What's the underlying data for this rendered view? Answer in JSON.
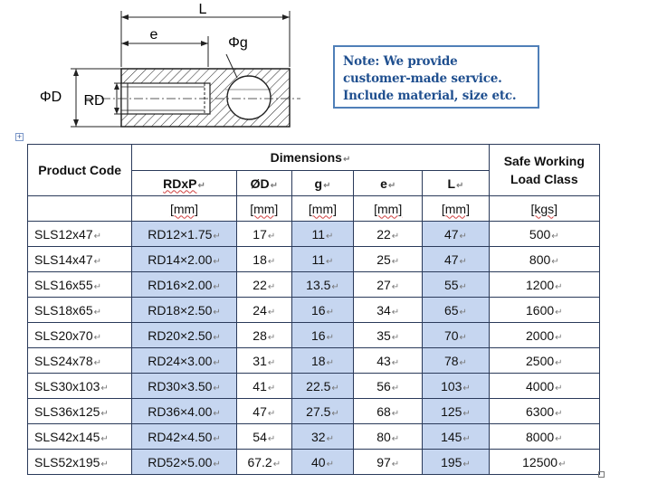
{
  "drawing": {
    "labels": {
      "L": "L",
      "e": "e",
      "phi_g": "Φg",
      "phi_D": "ΦD",
      "RD": "RD"
    }
  },
  "note": {
    "lines": [
      "Note: We provide",
      "customer-made service.",
      "Include material, size etc."
    ],
    "color": "#1f4f8f"
  },
  "table": {
    "header": {
      "product_code": "Product Code",
      "dimensions": "Dimensions",
      "safe_working": "Safe Working Load Class",
      "cols": [
        "RDxP",
        "ØD",
        "g",
        "e",
        "L"
      ],
      "units": [
        "[mm]",
        "[mm]",
        "[mm]",
        "[mm]",
        "[mm]",
        "[kgs]"
      ]
    },
    "rows": [
      [
        "SLS12x47",
        "RD12×1.75",
        "17",
        "11",
        "22",
        "47",
        "500"
      ],
      [
        "SLS14x47",
        "RD14×2.00",
        "18",
        "11",
        "25",
        "47",
        "800"
      ],
      [
        "SLS16x55",
        "RD16×2.00",
        "22",
        "13.5",
        "27",
        "55",
        "1200"
      ],
      [
        "SLS18x65",
        "RD18×2.50",
        "24",
        "16",
        "34",
        "65",
        "1600"
      ],
      [
        "SLS20x70",
        "RD20×2.50",
        "28",
        "16",
        "35",
        "70",
        "2000"
      ],
      [
        "SLS24x78",
        "RD24×3.00",
        "31",
        "18",
        "43",
        "78",
        "2500"
      ],
      [
        "SLS30x103",
        "RD30×3.50",
        "41",
        "22.5",
        "56",
        "103",
        "4000"
      ],
      [
        "SLS36x125",
        "RD36×4.00",
        "47",
        "27.5",
        "68",
        "125",
        "6300"
      ],
      [
        "SLS42x145",
        "RD42×4.50",
        "54",
        "32",
        "80",
        "145",
        "8000"
      ],
      [
        "SLS52x195",
        "RD52×5.00",
        "67.2",
        "40",
        "97",
        "195",
        "12500"
      ]
    ],
    "shade_color": "#c6d6f0"
  }
}
